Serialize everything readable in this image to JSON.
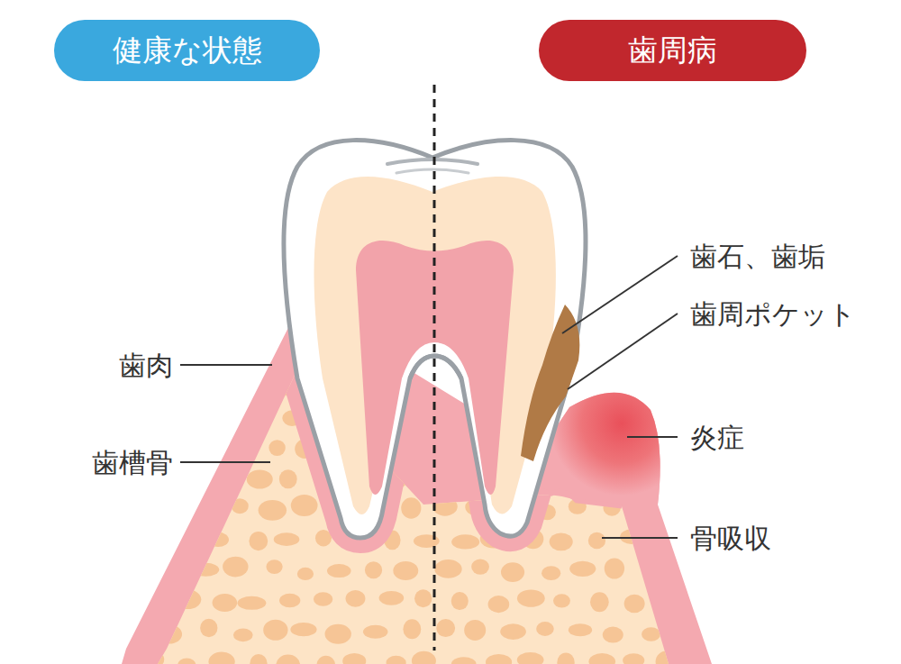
{
  "diagram": {
    "nodes": [
      {
        "text": [
          "健康な状態"
        ]
      },
      {
        "text": [
          "歯周病"
        ]
      }
    ],
    "labels": [
      "歯石、歯垢",
      "歯周ポケット",
      "歯肉",
      "炎症",
      "歯槽骨",
      "骨吸収"
    ]
  }
}
